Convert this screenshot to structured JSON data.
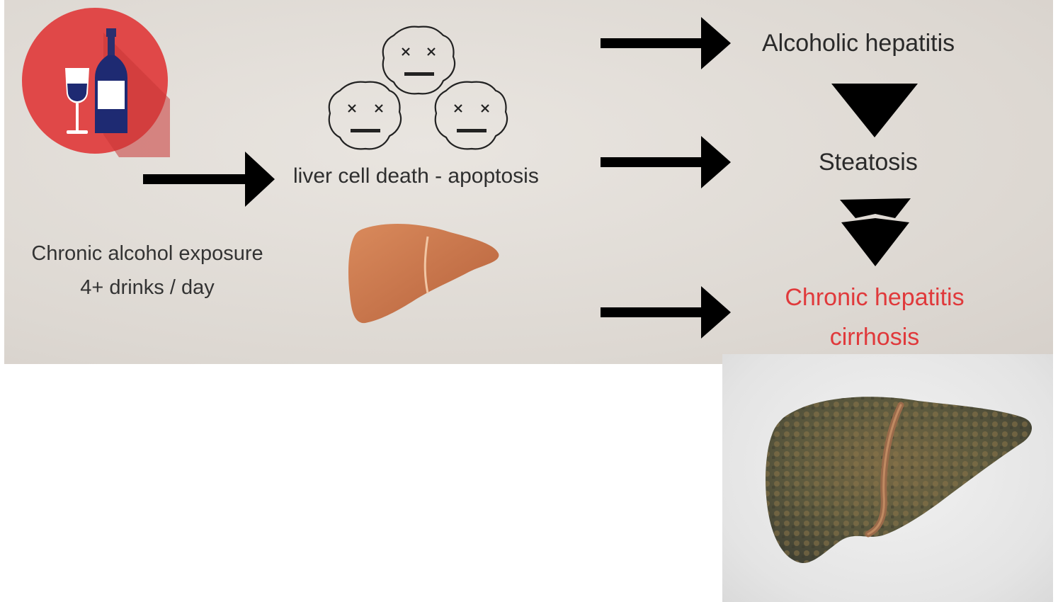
{
  "nodes": {
    "exposure": {
      "line1": "Chronic alcohol exposure",
      "line2": "4+ drinks / day"
    },
    "apoptosis": "liver cell death - apoptosis",
    "alcoholic_hepatitis": "Alcoholic hepatitis",
    "steatosis": "Steatosis",
    "chronic": {
      "line1": "Chronic hepatitis",
      "line2": "cirrhosis"
    }
  },
  "icons": {
    "alcohol": "wine-bottle-and-glass-icon",
    "dead_cells": "dead-cell-face-icon",
    "healthy_liver": "healthy-liver-icon",
    "cirrhotic_liver": "cirrhotic-liver-photo"
  },
  "colors": {
    "alcohol_circle": "#e04848",
    "arrow": "#000000",
    "highlight_text": "#e0393b",
    "healthy_liver": "#c8744a"
  }
}
